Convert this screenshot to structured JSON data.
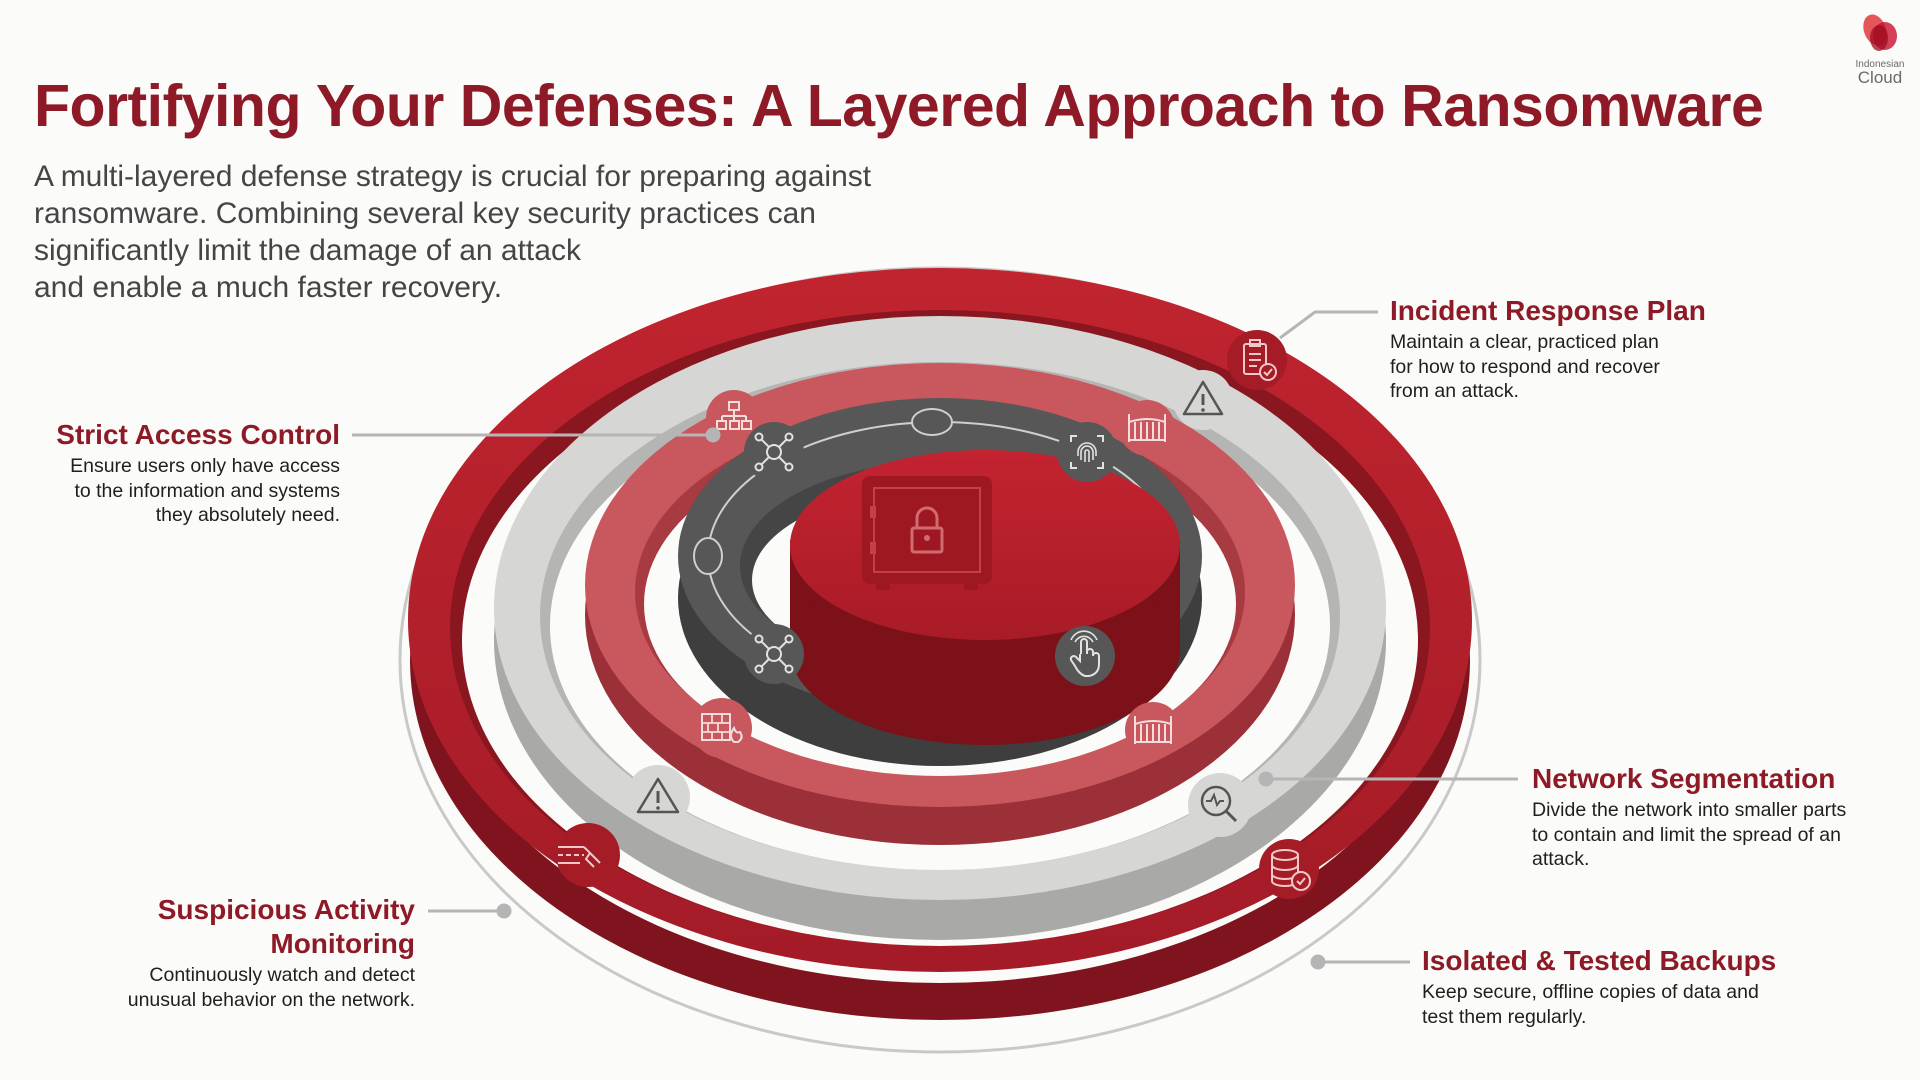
{
  "header": {
    "title": "Fortifying Your Defenses: A Layered Approach to Ransomware",
    "subtitle_lines": [
      "A multi-layered defense strategy is crucial for preparing against",
      "ransomware. Combining several key security practices can",
      "significantly limit the damage of an attack",
      "and enable a much faster recovery."
    ]
  },
  "logo": {
    "line1": "Indonesian",
    "line2": "Cloud",
    "color": "#c8102e"
  },
  "colors": {
    "title": "#8e1a27",
    "outer_ring": "#b3212d",
    "outer_ring_dark": "#7f141e",
    "light_ring": "#d6d6d4",
    "light_ring_dark": "#a9a9a7",
    "mid_ring": "#c9585e",
    "mid_ring_dark": "#9c3038",
    "inner_ring": "#575757",
    "inner_ring_dark": "#3e3e3e",
    "core": "#b51f2b",
    "core_dark": "#7d1119",
    "connector": "#b5b5b5"
  },
  "diagram": {
    "center_icon": "safe-lock-icon",
    "layers": [
      {
        "name": "outer-red-ring",
        "icons": [
          "clipboard-check-icon",
          "database-check-icon",
          "broken-road-icon"
        ]
      },
      {
        "name": "light-gray-ring",
        "icons": [
          "warning-triangle-icon",
          "warning-triangle-icon",
          "magnifier-pulse-icon"
        ]
      },
      {
        "name": "mid-red-ring",
        "icons": [
          "org-hierarchy-icon",
          "gate-icon",
          "gate-icon",
          "firewall-icon"
        ]
      },
      {
        "name": "dark-gray-ring",
        "icons": [
          "network-nodes-icon",
          "fingerprint-scan-icon",
          "network-nodes-icon",
          "touch-hand-icon"
        ]
      },
      {
        "name": "core",
        "icons": [
          "safe-lock-icon"
        ]
      }
    ]
  },
  "callouts": {
    "incident": {
      "title": "Incident Response Plan",
      "lines": [
        "Maintain a clear, practiced plan",
        "for how to respond and recover",
        "from an attack."
      ]
    },
    "access": {
      "title": "Strict Access Control",
      "lines": [
        "Ensure users only have access",
        "to the information and systems",
        "they absolutely need."
      ]
    },
    "network": {
      "title": "Network Segmentation",
      "lines": [
        "Divide the network into smaller parts",
        "to contain and limit the spread of an",
        "attack."
      ]
    },
    "monitoring": {
      "title_lines": [
        "Suspicious Activity",
        "Monitoring"
      ],
      "lines": [
        "Continuously watch and detect",
        "unusual behavior on the network."
      ]
    },
    "backups": {
      "title": "Isolated & Tested Backups",
      "lines": [
        "Keep secure, offline copies of data and",
        "test them regularly."
      ]
    }
  }
}
